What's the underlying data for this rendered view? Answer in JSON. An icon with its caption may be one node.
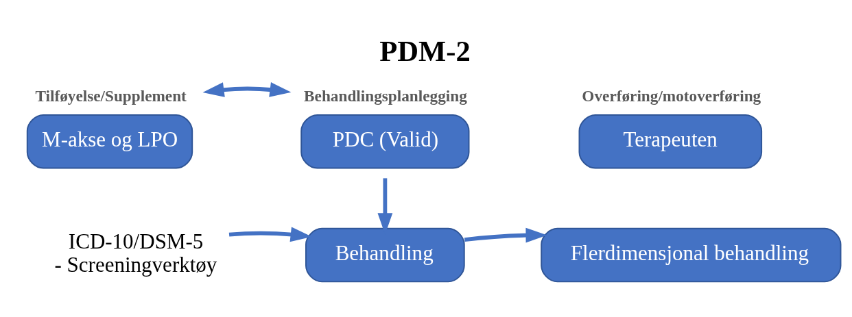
{
  "diagram": {
    "title": "PDM-2",
    "nodes": [
      {
        "text": [
          "Tilføyelse/Supplement",
          "M-akse og LPO"
        ]
      },
      {
        "text": [
          "Behandlingsplanlegging",
          "PDC (Valid)"
        ]
      },
      {
        "text": [
          "Overføring/motoverføring",
          "Terapeuten"
        ]
      },
      {
        "text": [
          "ICD-10/DSM-5",
          "- Screeningverktøy"
        ]
      },
      {
        "text": [
          "Behandling"
        ]
      },
      {
        "text": [
          "Flerdimensjonal behandling"
        ]
      }
    ],
    "edges": [
      {
        "from": 0,
        "to": 1,
        "arrow": "both"
      },
      {
        "from": 1,
        "to": 4,
        "arrow": "to"
      },
      {
        "from": 3,
        "to": 4,
        "arrow": "to"
      },
      {
        "from": 4,
        "to": 5,
        "arrow": "to"
      }
    ]
  }
}
